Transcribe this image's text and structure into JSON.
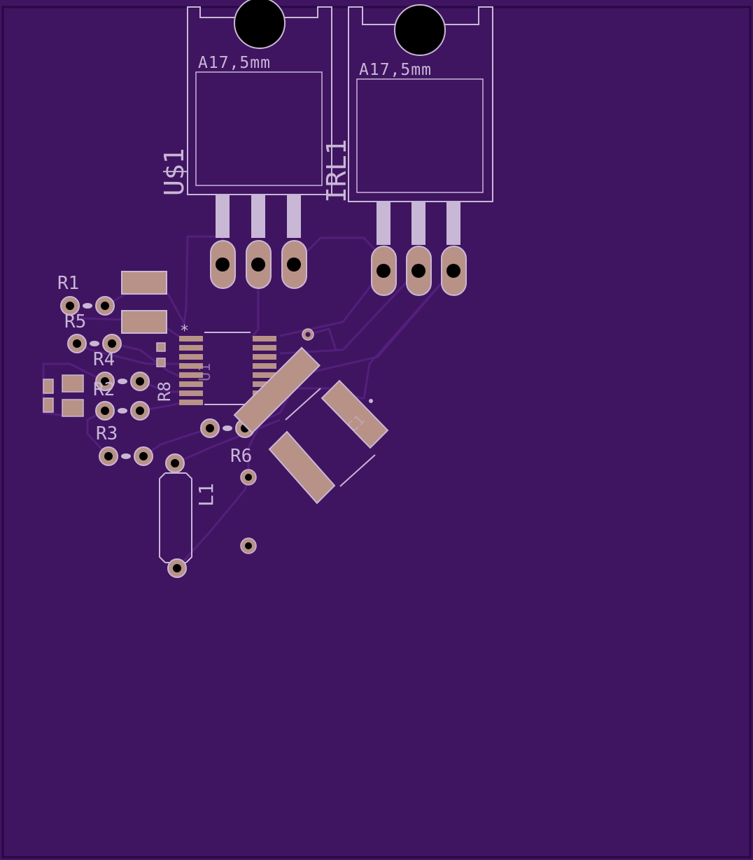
{
  "board": {
    "colors": {
      "substrate": "#3f1461",
      "edge": "#2e0a4a",
      "trace": "#4a1f6e",
      "copper_pad": "#b99287",
      "silkscreen": "#c9b7d6",
      "drill": "#000000",
      "via_hole": "#3f1461"
    },
    "labels": {
      "part_u1": "U$1",
      "part_irl1": "IRL1",
      "pkg_a": "A17,5mm",
      "pkg_b": "A17,5mm",
      "r1": "R1",
      "r5": "R5",
      "r4": "R4",
      "r2": "R2",
      "r3": "R3",
      "r6": "R6",
      "r8": "R8",
      "l1": "L1",
      "ic_ref": "U1",
      "cap_ref": "C1",
      "pin1_mark": "*"
    }
  }
}
